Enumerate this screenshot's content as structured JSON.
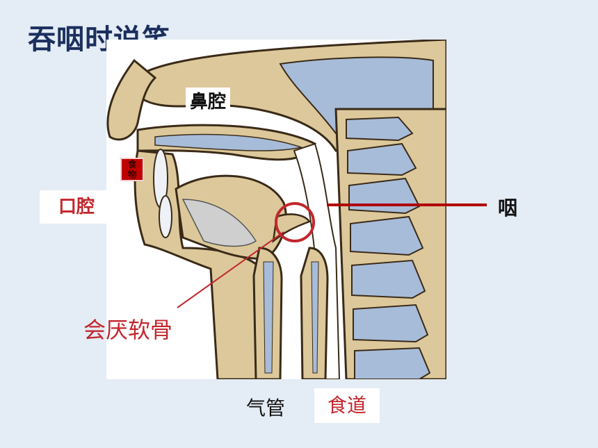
{
  "page": {
    "title": "吞咽时说笑"
  },
  "labels": {
    "nasal_cavity": "鼻腔",
    "oral_cavity": "口腔",
    "food_l1": "食",
    "food_l2": "物",
    "pharynx": "咽",
    "epiglottis": "会厌软骨",
    "trachea": "气管",
    "esophagus": "食道"
  },
  "colors": {
    "tissue": "#dcc89a",
    "cavity": "#a7bcd9",
    "outline": "#3a2a18",
    "highlight": "#c2272d",
    "title": "#1b2f5e"
  }
}
